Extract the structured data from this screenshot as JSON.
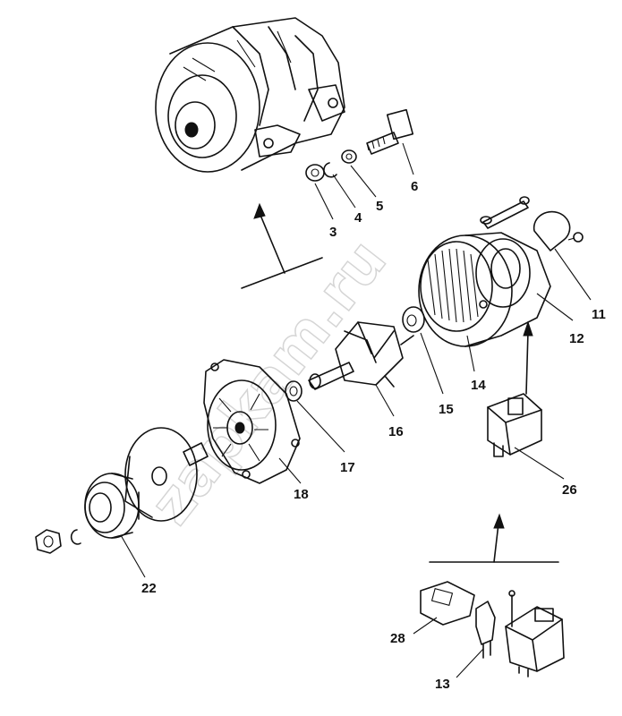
{
  "watermark": "zapkam.ru",
  "parts": {
    "p3": "3",
    "p4": "4",
    "p5": "5",
    "p6": "6",
    "p11": "11",
    "p12": "12",
    "p13": "13",
    "p14": "14",
    "p15": "15",
    "p16": "16",
    "p17": "17",
    "p18": "18",
    "p22": "22",
    "p26": "26",
    "p28": "28"
  }
}
